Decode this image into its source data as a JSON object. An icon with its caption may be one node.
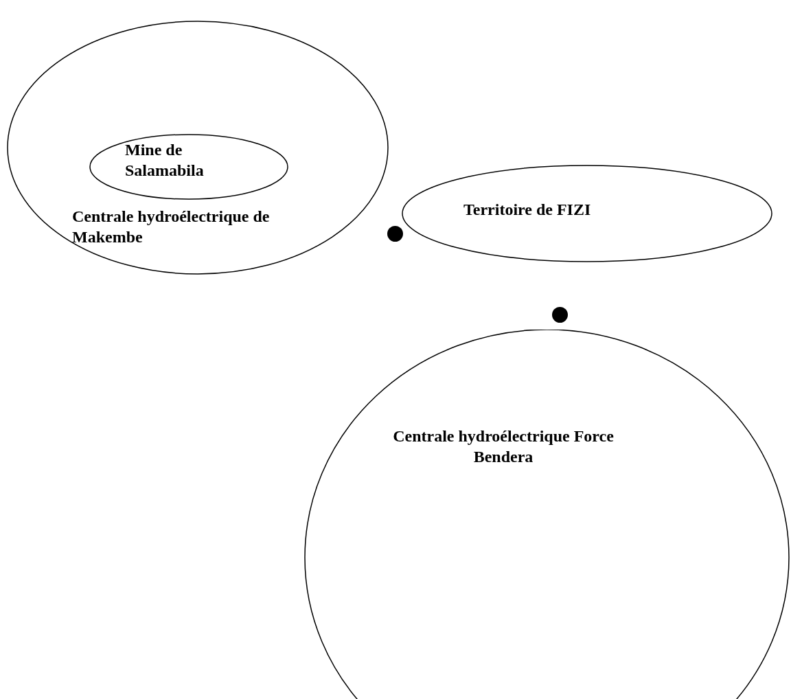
{
  "diagram": {
    "nodes": [
      {
        "text": [
          "Centrale hydroélectrique de Makembe"
        ]
      },
      {
        "text": [
          "Mine de Salamabila"
        ],
        "in": 0
      },
      {
        "text": [
          "Territoire de FIZI"
        ]
      },
      {
        "text": [
          "Centrale hydroélectrique Force Bendera"
        ]
      },
      {
        "text": [],
        "shape": "circle"
      },
      {
        "text": [],
        "shape": "circle"
      }
    ]
  }
}
